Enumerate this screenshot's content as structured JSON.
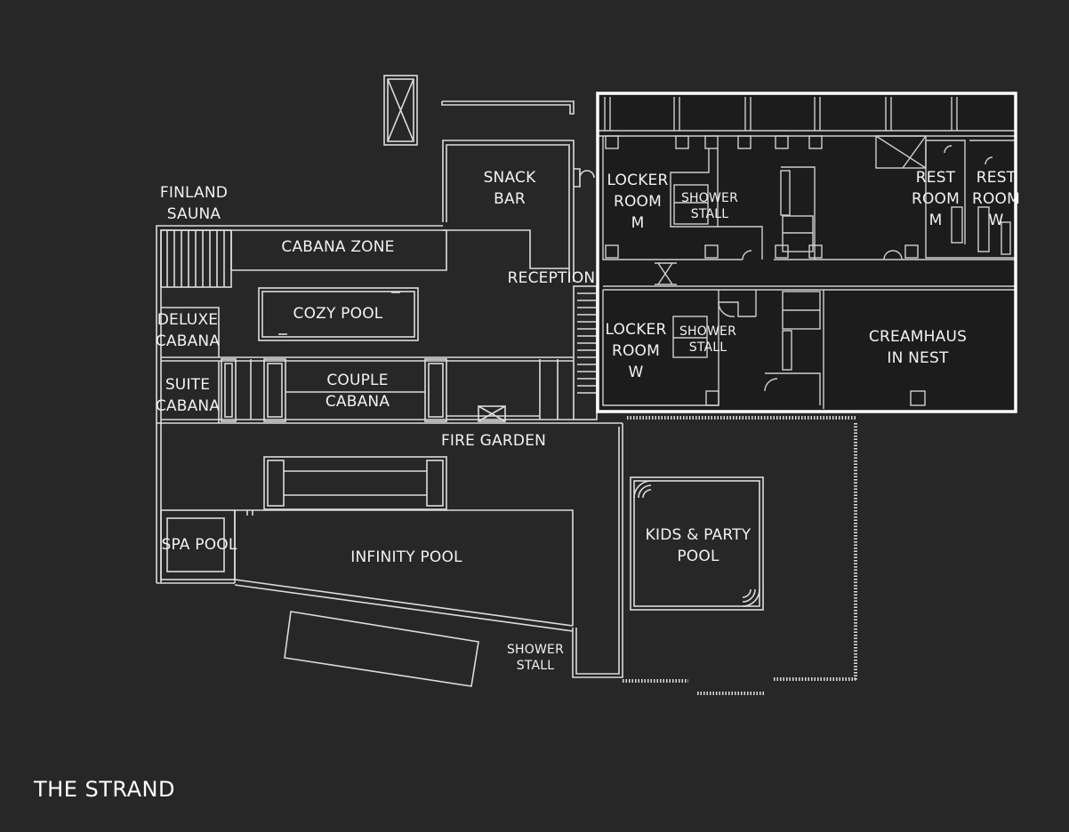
{
  "plan": {
    "title": "THE STRAND",
    "rooms": {
      "finland_sauna": [
        "FINLAND",
        "SAUNA"
      ],
      "snack_bar": [
        "SNACK",
        "BAR"
      ],
      "cabana_zone": [
        "CABANA ZONE"
      ],
      "reception": [
        "RECEPTION"
      ],
      "cozy_pool": [
        "COZY POOL"
      ],
      "deluxe_cabana": [
        "DELUXE",
        "CABANA"
      ],
      "suite_cabana": [
        "SUITE",
        "CABANA"
      ],
      "couple_cabana": [
        "COUPLE",
        "CABANA"
      ],
      "fire_garden": [
        "FIRE GARDEN"
      ],
      "spa_pool": [
        "SPA POOL"
      ],
      "infinity_pool": [
        "INFINITY POOL"
      ],
      "shower_stall_outdoor": [
        "SHOWER",
        "STALL"
      ],
      "kids_party_pool": [
        "KIDS & PARTY",
        "POOL"
      ],
      "locker_room_m": [
        "LOCKER",
        "ROOM",
        "M"
      ],
      "shower_stall_m": [
        "SHOWER",
        "STALL"
      ],
      "rest_room_m": [
        "REST",
        "ROOM",
        "M"
      ],
      "rest_room_w": [
        "REST",
        "ROOM",
        "W"
      ],
      "locker_room_w": [
        "LOCKER",
        "ROOM",
        "W"
      ],
      "shower_stall_w": [
        "SHOWER",
        "STALL"
      ],
      "creamhaus": [
        "CREAMHAUS",
        "IN NEST"
      ]
    },
    "colors": {
      "background": "#272727",
      "wall": "#dcdcdc",
      "building_fill": "#1c1c1c",
      "building_border": "#ffffff",
      "text": "#f2f2f2"
    }
  }
}
